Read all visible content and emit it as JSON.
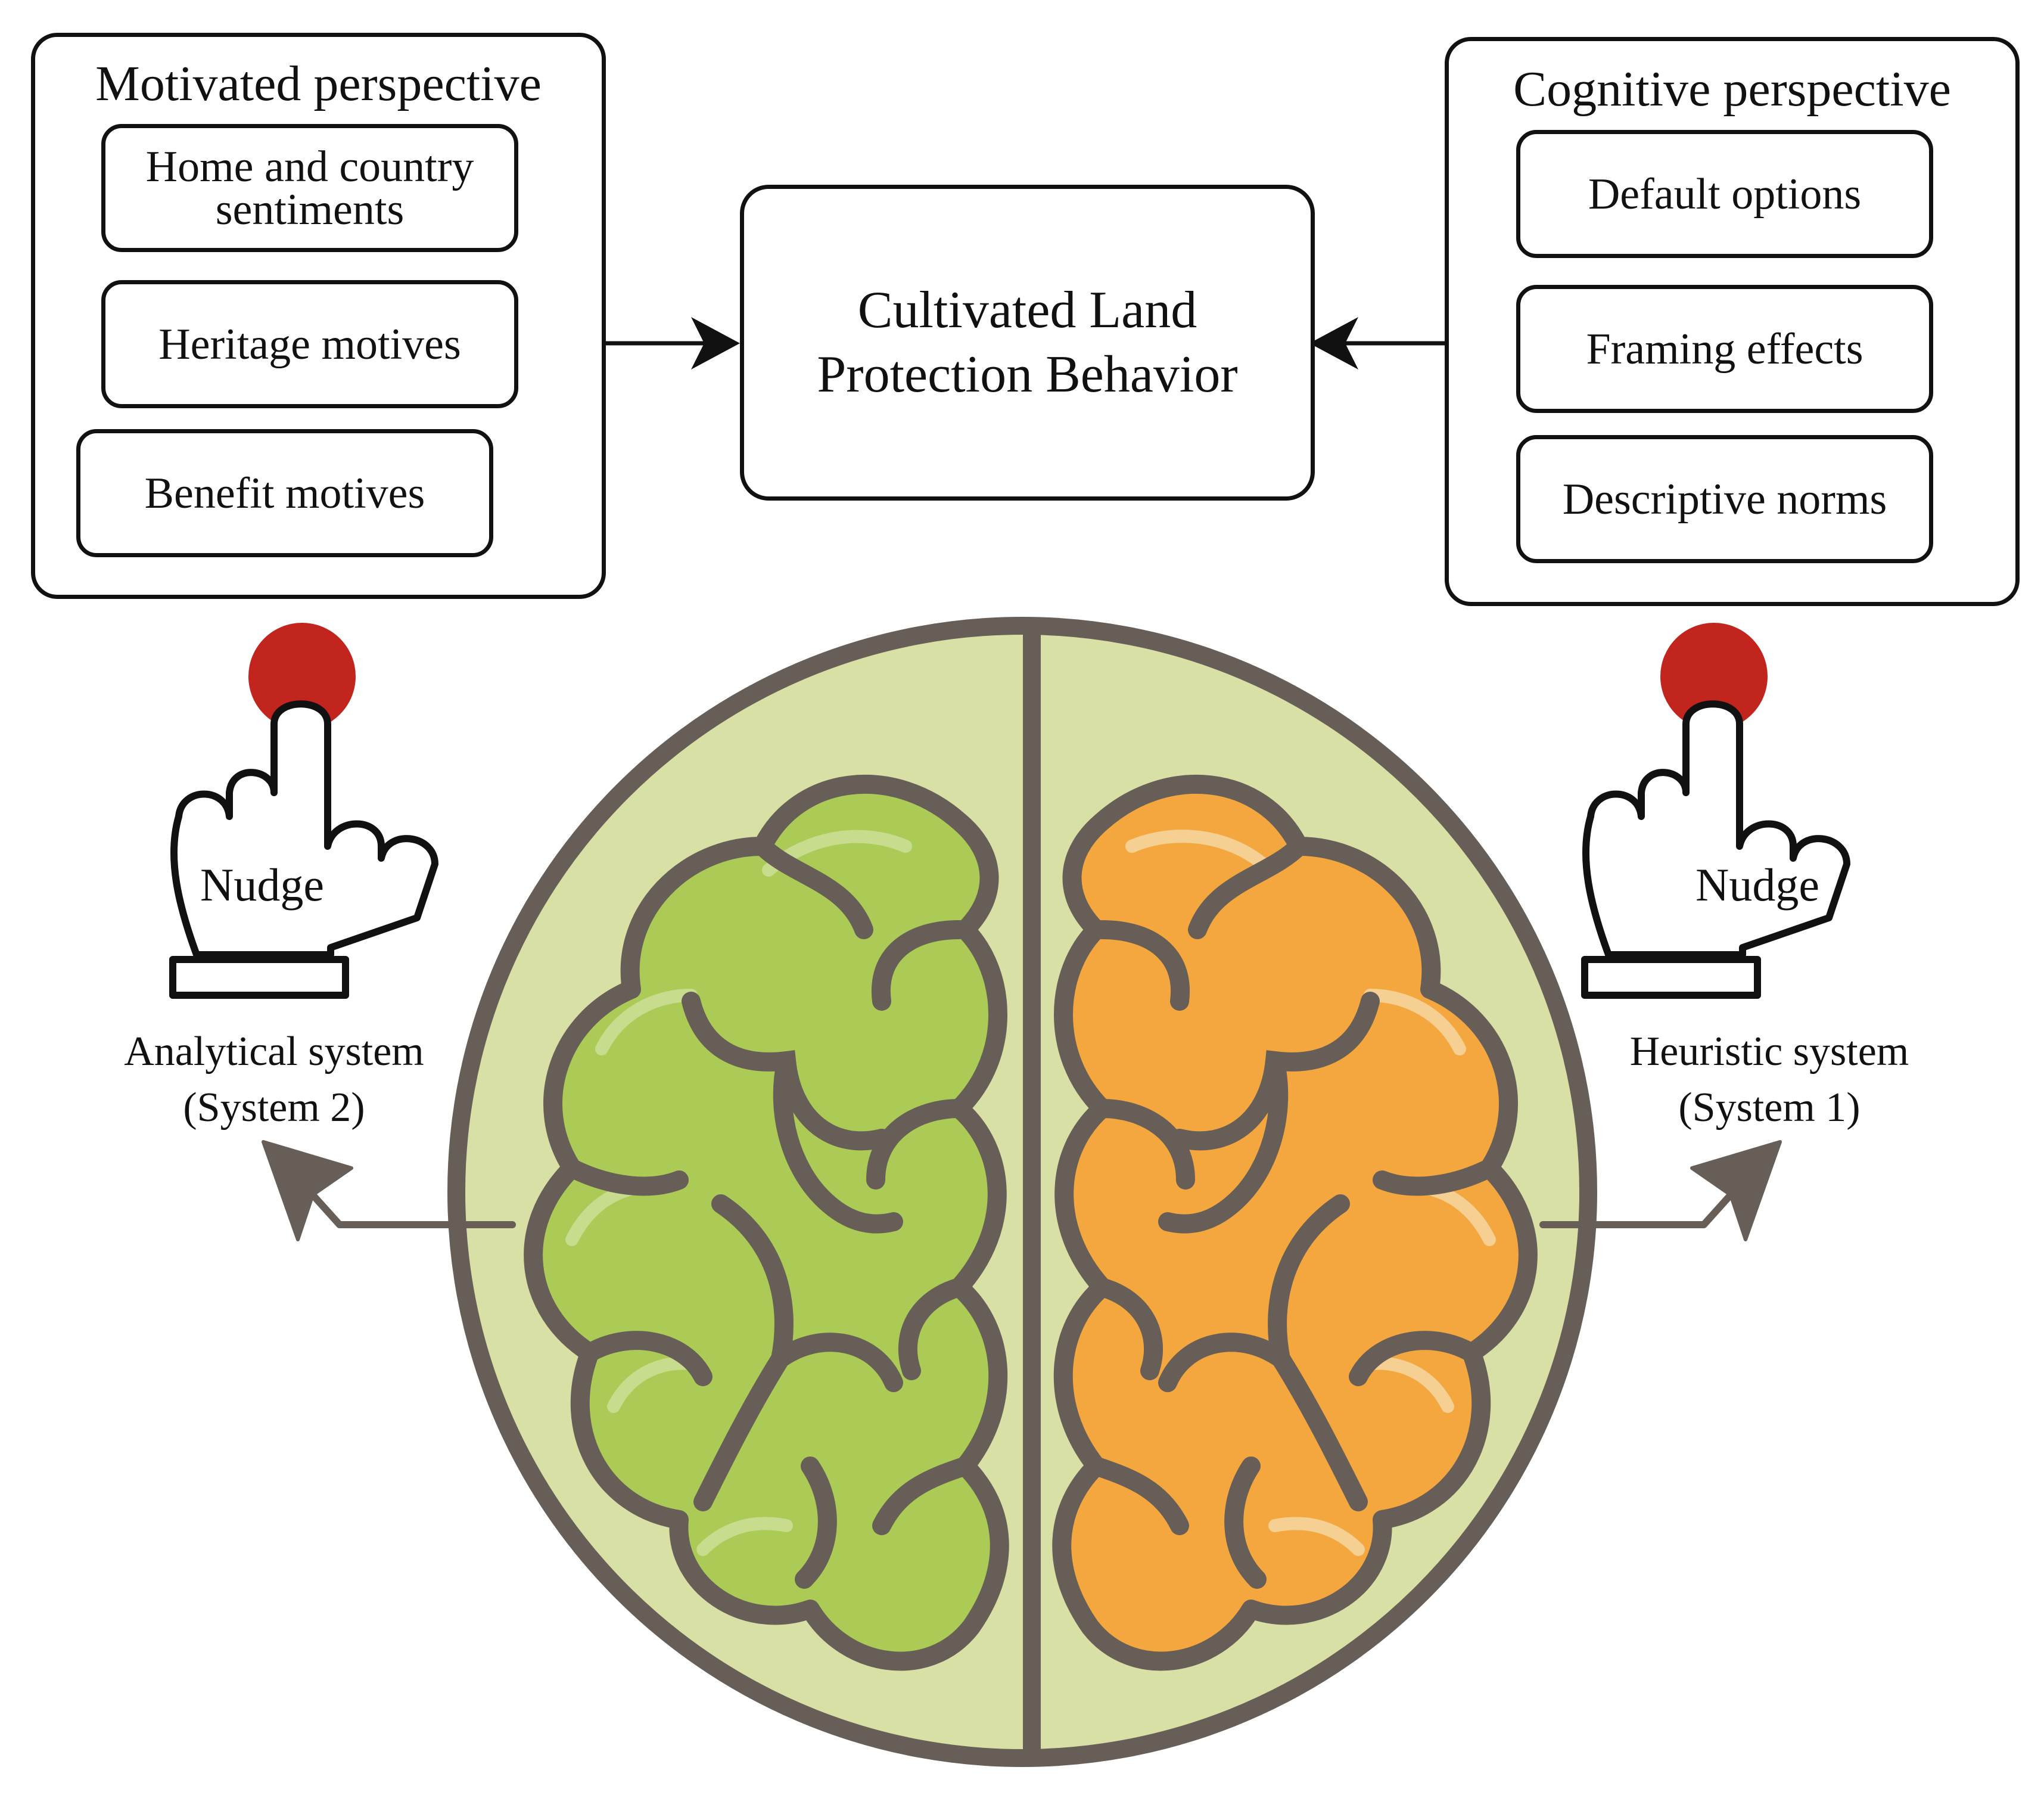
{
  "motivated": {
    "title": "Motivated perspective",
    "items": [
      "Home and country sentiments",
      "Heritage motives",
      "Benefit motives"
    ]
  },
  "center": {
    "line1": "Cultivated Land",
    "line2": "Protection Behavior"
  },
  "cognitive": {
    "title": "Cognitive perspective",
    "items": [
      "Default options",
      "Framing effects",
      "Descriptive norms"
    ]
  },
  "left_system": {
    "nudge": "Nudge",
    "line1": "Analytical system",
    "line2": "(System 2)"
  },
  "right_system": {
    "nudge": "Nudge",
    "line1": "Heuristic system",
    "line2": "(System 1)"
  },
  "colors": {
    "outline": "#675e57",
    "disc": "#d9e0a6",
    "left_hemisphere": "#abcb56",
    "left_highlight": "#c7dc8c",
    "right_hemisphere": "#f4a73e",
    "right_highlight": "#f6cf93",
    "button": "#c2241e"
  },
  "icons": [
    "pointing-hand-icon",
    "red-button-icon",
    "brain-icon"
  ]
}
